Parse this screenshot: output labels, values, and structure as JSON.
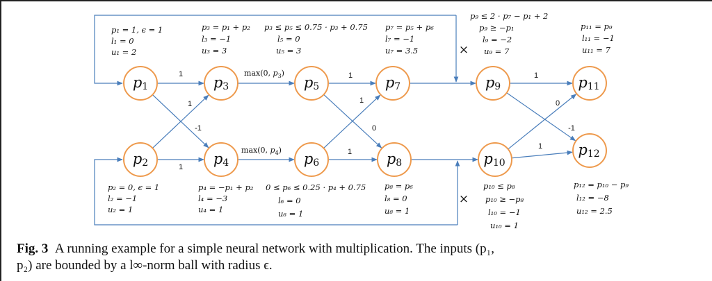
{
  "nodes": [
    {
      "id": "p1",
      "label": "p",
      "sub": "1"
    },
    {
      "id": "p2",
      "label": "p",
      "sub": "2"
    },
    {
      "id": "p3",
      "label": "p",
      "sub": "3"
    },
    {
      "id": "p4",
      "label": "p",
      "sub": "4"
    },
    {
      "id": "p5",
      "label": "p",
      "sub": "5"
    },
    {
      "id": "p6",
      "label": "p",
      "sub": "6"
    },
    {
      "id": "p7",
      "label": "p",
      "sub": "7"
    },
    {
      "id": "p8",
      "label": "p",
      "sub": "8"
    },
    {
      "id": "p9",
      "label": "p",
      "sub": "9"
    },
    {
      "id": "p10",
      "label": "p",
      "sub": "10"
    },
    {
      "id": "p11",
      "label": "p",
      "sub": "11"
    },
    {
      "id": "p12",
      "label": "p",
      "sub": "12"
    }
  ],
  "edges": [
    {
      "from": "p1",
      "to": "p3",
      "label": "1"
    },
    {
      "from": "p1",
      "to": "p4",
      "label": "-1"
    },
    {
      "from": "p2",
      "to": "p3",
      "label": "1"
    },
    {
      "from": "p2",
      "to": "p4",
      "label": "1"
    },
    {
      "from": "p3",
      "to": "p5",
      "label": "max(0, p3)"
    },
    {
      "from": "p4",
      "to": "p6",
      "label": "max(0, p4)"
    },
    {
      "from": "p5",
      "to": "p7",
      "label": "1"
    },
    {
      "from": "p5",
      "to": "p8",
      "label": "0"
    },
    {
      "from": "p6",
      "to": "p7",
      "label": "1"
    },
    {
      "from": "p6",
      "to": "p8",
      "label": "1"
    },
    {
      "from": "p7",
      "to": "p9",
      "label": ""
    },
    {
      "from": "p8",
      "to": "p10",
      "label": ""
    },
    {
      "from": "p9",
      "to": "p11",
      "label": "1"
    },
    {
      "from": "p9",
      "to": "p12",
      "label": "-1"
    },
    {
      "from": "p10",
      "to": "p11",
      "label": "0"
    },
    {
      "from": "p10",
      "to": "p12",
      "label": "1"
    }
  ],
  "multiply_symbol": "×",
  "annotations": {
    "p1": [
      "p₁ = 1, ϵ = 1",
      "l₁ = 0",
      "u₁ = 2"
    ],
    "p2": [
      "p₂ = 0, ϵ = 1",
      "l₂ = −1",
      "u₂ = 1"
    ],
    "p3": [
      "p₃ = p₁ + p₂",
      "l₃ = −1",
      "u₃ = 3"
    ],
    "p4": [
      "p₄ = −p₁ + p₂",
      "l₄ = −3",
      "u₄ = 1"
    ],
    "p5": [
      "p₃ ≤ p₅ ≤ 0.75 · p₃ + 0.75",
      "l₅ = 0",
      "u₅ = 3"
    ],
    "p6": [
      "0 ≤ p₆ ≤ 0.25 · p₄ + 0.75",
      "l₆ = 0",
      "u₆ = 1"
    ],
    "p7": [
      "p₇ = p₅ + p₆",
      "l₇ = −1",
      "u₇ = 3.5"
    ],
    "p8": [
      "p₈ = p₆",
      "l₈ = 0",
      "u₈ = 1"
    ],
    "p9": [
      "p₉ ≤ 2 · p₇ − p₁ + 2",
      "p₉ ≥ −p₁",
      "l₉ = −2",
      "u₉ = 7"
    ],
    "p10": [
      "p₁₀ ≤ p₈",
      "p₁₀ ≥ −p₈",
      "l₁₀ = −1",
      "u₁₀ = 1"
    ],
    "p11": [
      "p₁₁ = p₉",
      "l₁₁ = −1",
      "u₁₁ = 7"
    ],
    "p12": [
      "p₁₂ = p₁₀ − p₉",
      "l₁₂ = −8",
      "u₁₂ = 2.5"
    ]
  },
  "colors": {
    "node_stroke": "#ee9a4d",
    "edge": "#4a7ebb",
    "text": "#111111"
  },
  "caption": {
    "label": "Fig. 3",
    "text_line1": "A running example for a simple neural network with multiplication. The inputs (p₁,",
    "text_line2": "p₂) are bounded by a l∞-norm ball with radius ϵ."
  }
}
